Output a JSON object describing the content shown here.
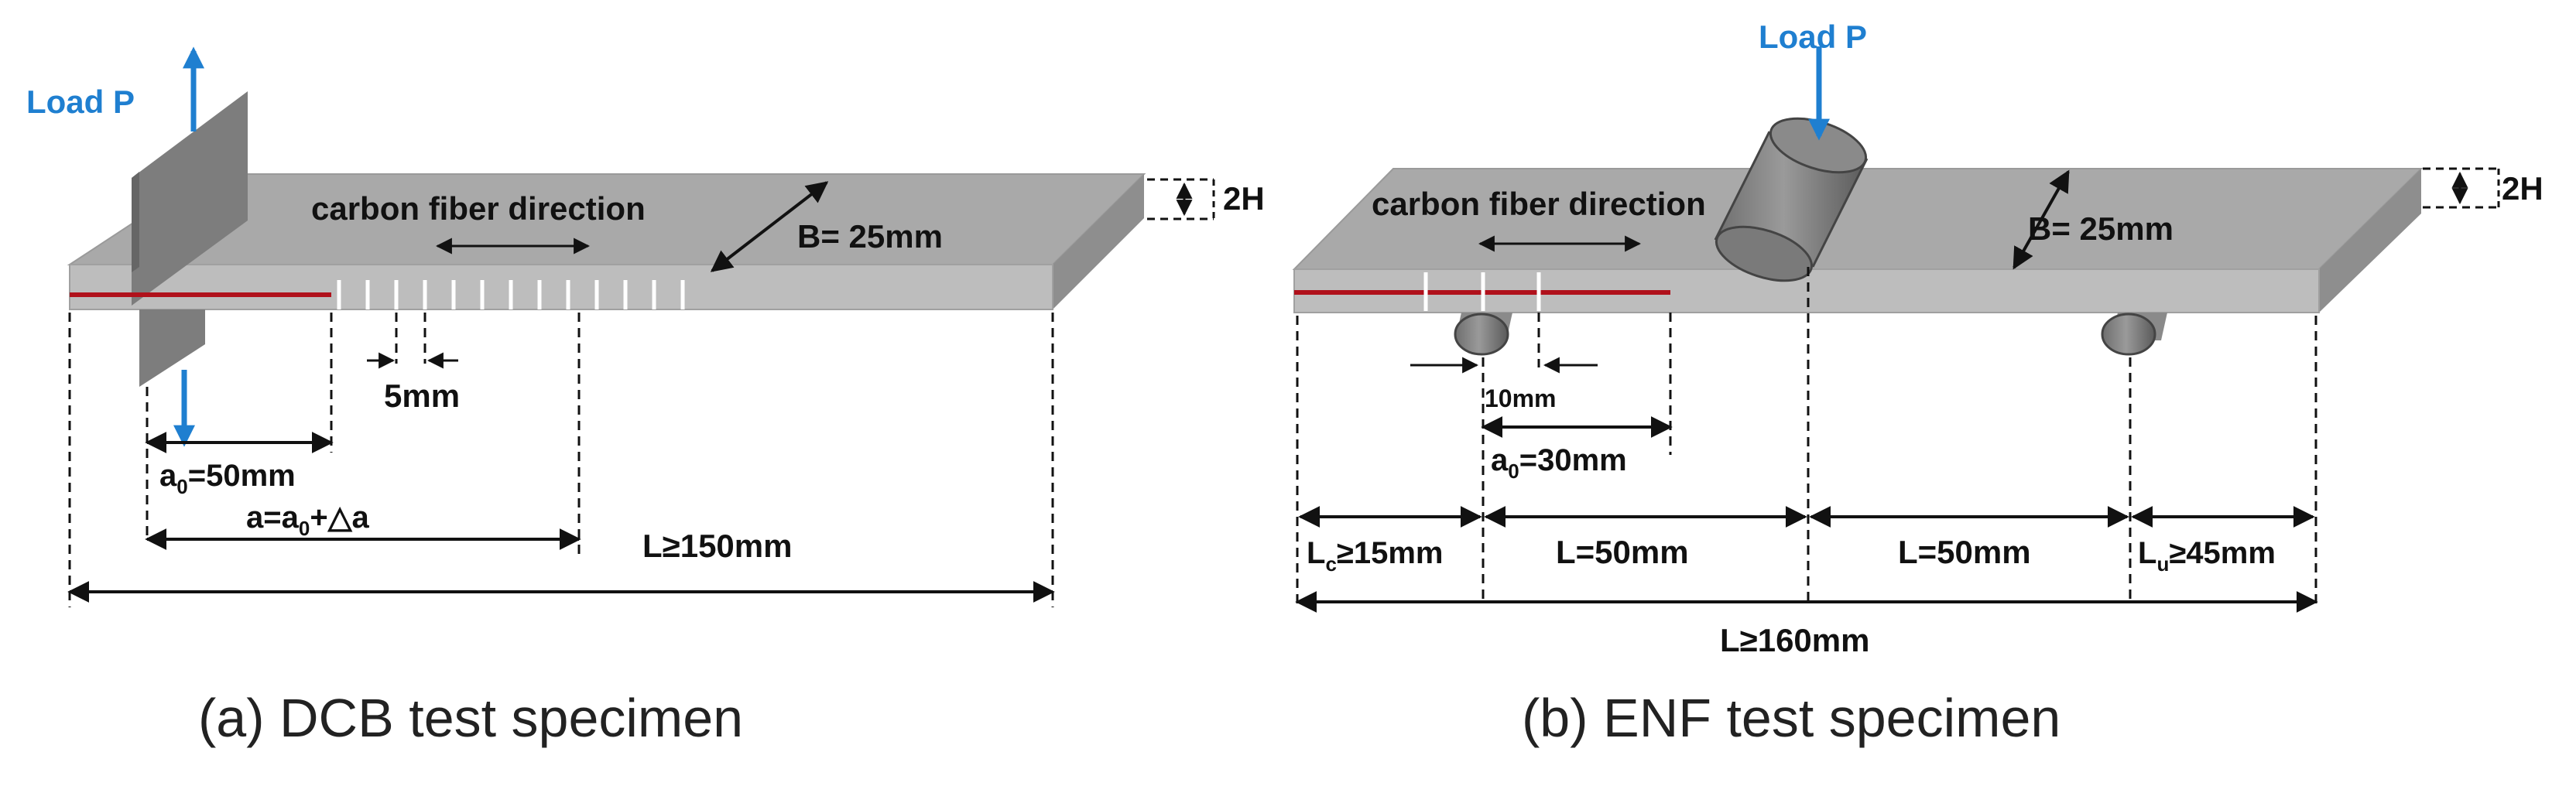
{
  "colors": {
    "specimen_top": "#a9a9a9",
    "specimen_front": "#bdbdbd",
    "specimen_side": "#8e8e8e",
    "crack": "#b0111b",
    "load_arrow": "#1f7fd0",
    "dimension": "#111111"
  },
  "dcb": {
    "load_label": "Load  P",
    "fiber_label": "carbon fiber direction",
    "width_label": "B= 25mm",
    "thickness_label": "2H",
    "spacing_label": "5mm",
    "a0_label_main": "a",
    "a0_label_sub": "0",
    "a0_label_rest": "=50mm",
    "a_label": "a=a",
    "a_label_sub": "0",
    "a_label_rest": "+△a",
    "length_label": "L≥150mm",
    "caption": "(a) DCB test specimen"
  },
  "enf": {
    "load_label": "Load  P",
    "fiber_label": "carbon fiber direction",
    "width_label": "B= 25mm",
    "thickness_label": "2H",
    "spacing_label": "10mm",
    "a0_label_main": "a",
    "a0_label_sub": "0",
    "a0_label_rest": "=30mm",
    "lc_label_main": "L",
    "lc_label_sub": "c",
    "lc_label_rest": "≥15mm",
    "span1_label": "L=50mm",
    "span2_label": "L=50mm",
    "lu_label_main": "L",
    "lu_label_sub": "u",
    "lu_label_rest": "≥45mm",
    "total_label": "L≥160mm",
    "caption": "(b) ENF test specimen"
  }
}
